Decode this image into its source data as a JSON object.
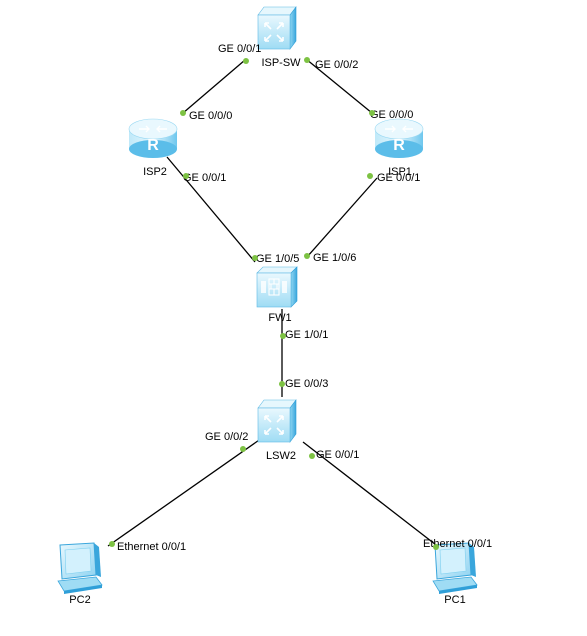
{
  "devices": [
    {
      "id": "isp_sw",
      "kind": "switch",
      "label": "ISP-SW",
      "icon": "core-switch-icon"
    },
    {
      "id": "isp2",
      "kind": "router",
      "label": "ISP2",
      "icon": "router-icon"
    },
    {
      "id": "isp1",
      "kind": "router",
      "label": "ISP1",
      "icon": "router-icon"
    },
    {
      "id": "fw1",
      "kind": "firewall",
      "label": "FW1",
      "icon": "firewall-icon"
    },
    {
      "id": "lsw2",
      "kind": "switch",
      "label": "LSW2",
      "icon": "core-switch-icon"
    },
    {
      "id": "pc2",
      "kind": "pc",
      "label": "PC2",
      "icon": "pc-icon"
    },
    {
      "id": "pc1",
      "kind": "pc",
      "label": "PC1",
      "icon": "pc-icon"
    }
  ],
  "links": [
    {
      "from": "isp_sw",
      "to": "isp2",
      "from_port": "GE 0/0/1",
      "to_port": "GE 0/0/0"
    },
    {
      "from": "isp_sw",
      "to": "isp1",
      "from_port": "GE 0/0/2",
      "to_port": "GE 0/0/0"
    },
    {
      "from": "isp2",
      "to": "fw1",
      "from_port": "GE 0/0/1",
      "to_port": "GE 1/0/5"
    },
    {
      "from": "isp1",
      "to": "fw1",
      "from_port": "GE 0/0/1",
      "to_port": "GE 1/0/6"
    },
    {
      "from": "fw1",
      "to": "lsw2",
      "from_port": "GE 1/0/1",
      "to_port": "GE 0/0/3"
    },
    {
      "from": "lsw2",
      "to": "pc2",
      "from_port": "GE 0/0/2",
      "to_port": "Ethernet 0/0/1"
    },
    {
      "from": "lsw2",
      "to": "pc1",
      "from_port": "GE 0/0/1",
      "to_port": "Ethernet 0/0/1"
    }
  ],
  "colors": {
    "port_dot": "#7dc243",
    "device_light": "#d6f2fc",
    "device_mid": "#7fd0f0",
    "device_dark": "#2f9fd8",
    "link": "#000000"
  }
}
